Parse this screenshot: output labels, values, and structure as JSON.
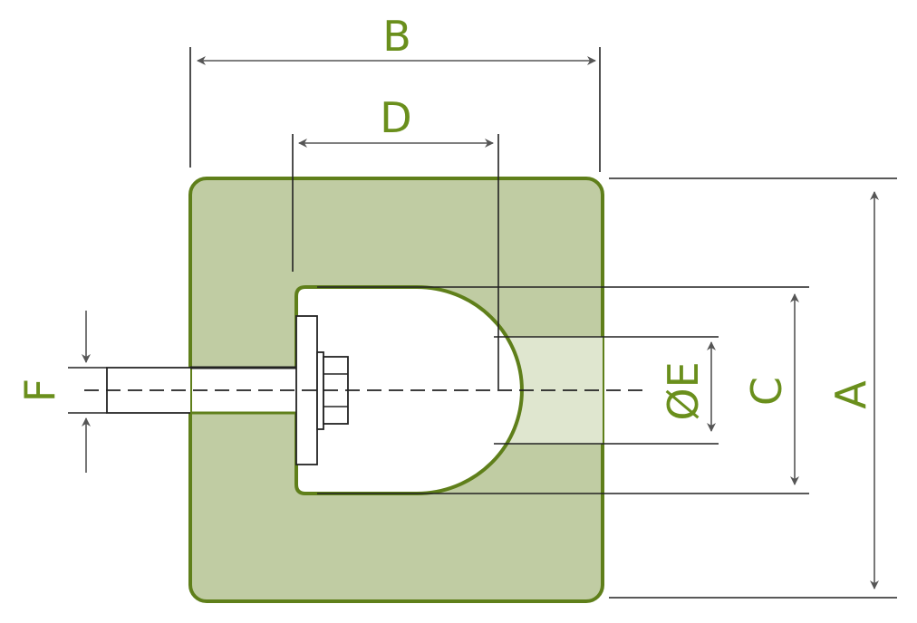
{
  "labels": {
    "A": "A",
    "B": "B",
    "C": "C",
    "D": "D",
    "E": "ØE",
    "F": "F"
  },
  "colors": {
    "body_fill": "#c0cca3",
    "body_stroke": "#5f7f1a",
    "window_fill": "#dfe6cf",
    "label": "#6a8f1c"
  }
}
